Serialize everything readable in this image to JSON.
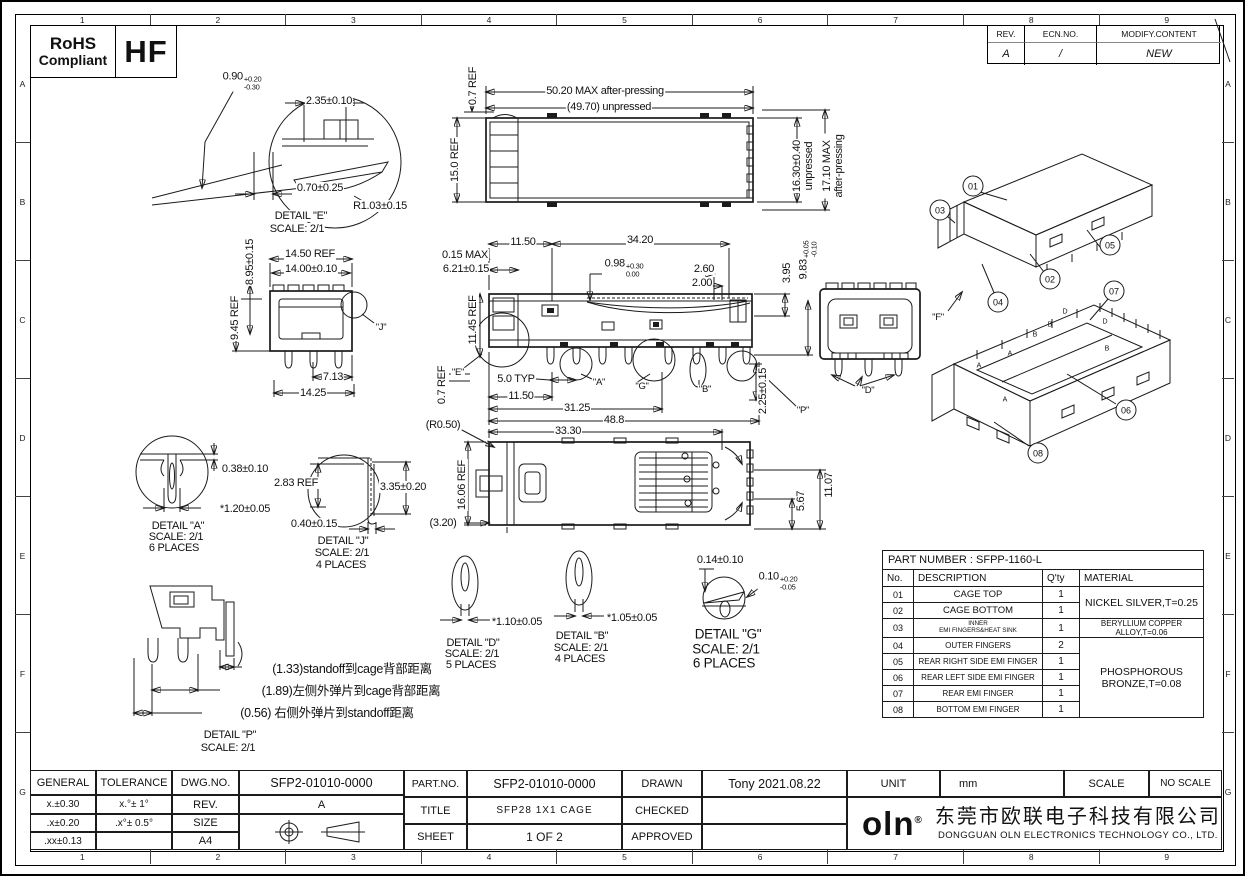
{
  "frame": {
    "zones_h": [
      "1",
      "2",
      "3",
      "4",
      "5",
      "6",
      "7",
      "8",
      "9"
    ],
    "zones_v": [
      "A",
      "B",
      "C",
      "D",
      "E",
      "F",
      "G"
    ]
  },
  "badges": {
    "rohs_line1": "RoHS",
    "rohs_line2": "Compliant",
    "hf": "HF"
  },
  "rev_table": {
    "rev_h": "REV.",
    "ecn_h": "ECN.NO.",
    "mod_h": "MODIFY.CONTENT",
    "rev": "A",
    "ecn": "/",
    "mod": "NEW"
  },
  "top_view": {
    "len_pressed": "50.20 MAX after-pressing",
    "len_unpressed": "(49.70) unpressed",
    "latch": "0.7 REF",
    "width": "15.0 REF",
    "h1a": "16.30±0.40",
    "h1b": "unpressed",
    "h2a": "17.10 MAX",
    "h2b": "after-pressing"
  },
  "detail_e": {
    "t": "DETAIL \"E\"",
    "s": "SCALE: 2/1",
    "d1v": "0.90",
    "d1p": "+0.20",
    "d1m": "-0.30",
    "d2": "2.35±0.10",
    "d3": "0.70±0.25",
    "d4": "R1.03±0.15"
  },
  "front_view": {
    "d1": "8.95±0.15",
    "d2": "14.50 REF",
    "d3": "14.00±0.10",
    "d4": "9.45 REF",
    "d5": "7.13",
    "d6": "14.25",
    "j": "\"J\""
  },
  "side_view": {
    "d1": "0.15 MAX",
    "d2": "6.21±0.15",
    "d3": "11.50",
    "d4": "34.20",
    "d5v": "0.98",
    "d5p": "+0.30",
    "d5m": "0.00",
    "d6": "2.60",
    "d7": "2.00",
    "d8": "3.95",
    "d9v": "9.83",
    "d9p": "+0.05",
    "d9m": "-0.10",
    "d10": "11.45 REF",
    "d11": "0.7 REF",
    "d12": "5.0 TYP",
    "d13": "11.50",
    "d14": "31.25",
    "d15": "48.8",
    "d16": "2.25±0.15",
    "e": "\"E\"",
    "a": "\"A\"",
    "g": "\"G\"",
    "b": "\"B\"",
    "p": "\"P\"",
    "dd": "\"D\"",
    "f": "\"F\""
  },
  "bottom_view": {
    "d1": "(R0.50)",
    "d2": "33.30",
    "d3": "16.06 REF",
    "d4": "(3.20)",
    "d5": "5.67",
    "d6": "11.07"
  },
  "detail_a": {
    "t": "DETAIL \"A\"",
    "s": "SCALE: 2/1",
    "p": "6 PLACES",
    "d1": "0.38±0.10",
    "d2": "*1.20±0.05"
  },
  "detail_j": {
    "t": "DETAIL \"J\"",
    "s": "SCALE: 2/1",
    "p": "4 PLACES",
    "d1": "2.83 REF",
    "d2": "3.35±0.20",
    "d3": "0.40±0.15"
  },
  "detail_d": {
    "t": "DETAIL \"D\"",
    "s": "SCALE: 2/1",
    "p": "5 PLACES",
    "d1": "*1.10±0.05"
  },
  "detail_b": {
    "t": "DETAIL \"B\"",
    "s": "SCALE: 2/1",
    "p": "4 PLACES",
    "d1": "*1.05±0.05"
  },
  "detail_g": {
    "t": "DETAIL \"G\"",
    "s": "SCALE: 2/1",
    "p": "6 PLACES",
    "d1": "0.14±0.10",
    "d2v": "0.10",
    "d2p": "+0.20",
    "d2m": "-0.05"
  },
  "detail_p": {
    "t": "DETAIL \"P\"",
    "s": "SCALE: 2/1",
    "n1": "(1.33)standoff到cage背部距离",
    "n2": "(1.89)左侧外弹片到cage背部距离",
    "n3": "(0.56) 右侧外弹片到standoff距离"
  },
  "iso": {
    "balloons": [
      "01",
      "02",
      "03",
      "04",
      "05",
      "06",
      "07",
      "08"
    ],
    "letters": [
      "A",
      "A",
      "A",
      "B",
      "B",
      "D",
      "D",
      "B"
    ]
  },
  "parts_table": {
    "title": "PART NUMBER : SFPP-1160-L",
    "h_no": "No.",
    "h_desc": "DESCRIPTION",
    "h_qty": "Q'ty",
    "h_mat": "MATERIAL",
    "rows": [
      {
        "no": "01",
        "desc": "CAGE TOP",
        "qty": "1"
      },
      {
        "no": "02",
        "desc": "CAGE  BOTTOM",
        "qty": "1"
      },
      {
        "no": "03",
        "desc1": "INNER",
        "desc2": "EMI FINGERS&HEAT SINK",
        "qty": "1"
      },
      {
        "no": "04",
        "desc": "OUTER FINGERS",
        "qty": "2"
      },
      {
        "no": "05",
        "desc": "REAR RIGHT SIDE EMI FINGER",
        "qty": "1"
      },
      {
        "no": "06",
        "desc": "REAR LEFT SIDE EMI FINGER",
        "qty": "1"
      },
      {
        "no": "07",
        "desc": "REAR EMI FINGER",
        "qty": "1"
      },
      {
        "no": "08",
        "desc": "BOTTOM EMI FINGER",
        "qty": "1"
      }
    ],
    "mat1": "NICKEL SILVER,T=0.25",
    "mat2": "BERYLLIUM COPPER ALLOY,T=0.06",
    "mat3": "PHOSPHOROUS BRONZE,T=0.08"
  },
  "title_block": {
    "general": "GENERAL",
    "tolerance": "TOLERANCE",
    "t1a": "x.±0.30",
    "t1b": "x.°± 1°",
    "t2a": ".x±0.20",
    "t2b": ".x°± 0.5°",
    "t3a": ".xx±0.13",
    "t3b": "",
    "dwg_label": "DWG.NO.",
    "dwg": "SFP2-01010-0000",
    "rev_label": "REV.",
    "rev": "A",
    "size_label": "SIZE",
    "size": "A4",
    "part_label": "PART.NO.",
    "part": "SFP2-01010-0000",
    "title_label": "TITLE",
    "title": "SFP28 1X1 CAGE",
    "sheet_label": "SHEET",
    "sheet": "1 OF 2",
    "drawn_label": "DRAWN",
    "drawn": "Tony 2021.08.22",
    "checked_label": "CHECKED",
    "approved_label": "APPROVED",
    "unit_label": "UNIT",
    "unit": "mm",
    "scale_label": "SCALE",
    "scale": "NO SCALE",
    "logo": "oln",
    "reg": "®",
    "company_cn": "东莞市欧联电子科技有限公司",
    "company_en": "DONGGUAN OLN ELECTRONICS TECHNOLOGY CO., LTD."
  }
}
